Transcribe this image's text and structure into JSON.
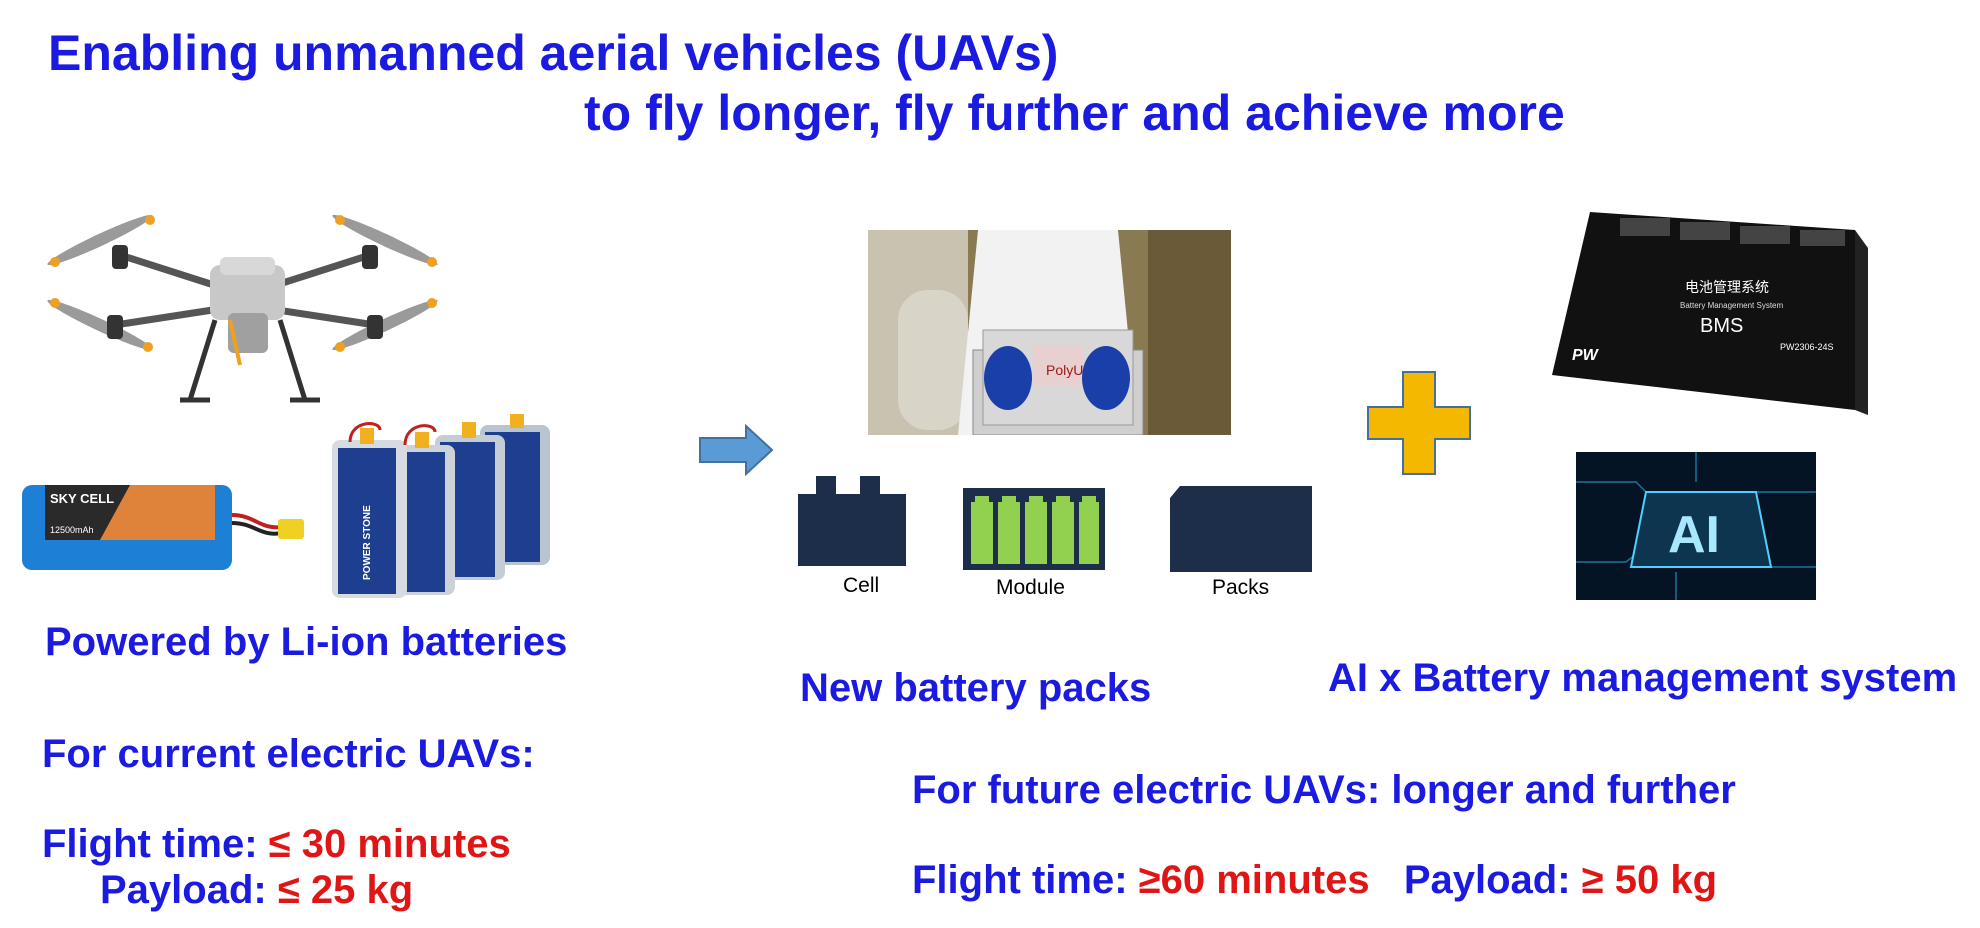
{
  "title": {
    "line1": "Enabling unmanned aerial vehicles (UAVs)",
    "line2": "to fly longer, fly further and achieve more"
  },
  "left": {
    "caption": "Powered by Li-ion batteries",
    "subtitle": "For current electric UAVs:",
    "flight_label": "Flight time:",
    "flight_value": "≤ 30 minutes",
    "payload_label": "Payload:",
    "payload_value": "≤ 25 kg",
    "battery_brand": "SKY CELL",
    "battery_capacity": "12500mAh",
    "stack_brand": "POWER STONE"
  },
  "middle": {
    "cell_label": "Cell",
    "module_label": "Module",
    "packs_label": "Packs",
    "caption": "New battery packs",
    "logo_text": "PolyU"
  },
  "right": {
    "caption": "AI x Battery management system",
    "bms_cn": "电池管理系统",
    "bms_en": "Battery Management System",
    "bms_big": "BMS",
    "bms_brand": "PW",
    "bms_model": "PW2306-24S",
    "ai_text": "AI"
  },
  "future": {
    "subtitle": "For future electric UAVs: longer and further",
    "flight_label": "Flight time:",
    "flight_value": "≥60 minutes",
    "payload_label": "Payload:",
    "payload_value": "≥ 50 kg"
  },
  "colors": {
    "heading_blue": "#1a1ae0",
    "value_red": "#e01515",
    "arrow_blue": "#5b9bd5",
    "plus_yellow": "#f5b800",
    "battery_navy": "#1c2e4a",
    "module_green": "#92d050"
  }
}
